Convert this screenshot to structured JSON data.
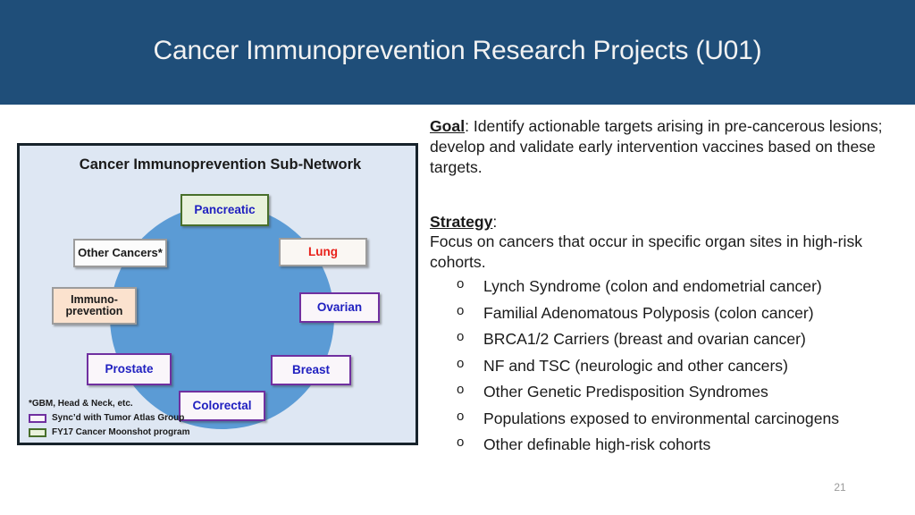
{
  "slide": {
    "title": "Cancer Immunoprevention Research Projects (U01)",
    "page_number": "21",
    "header_color": "#1F4E79"
  },
  "diagram": {
    "title": "Cancer Immunoprevention Sub-Network",
    "panel_background": "#DEE7F3",
    "circle_color": "#5B9BD5",
    "nodes": [
      {
        "id": "pancreatic",
        "label": "Pancreatic",
        "style": "green",
        "border_color": "#486F2B",
        "fill": "#E9F2DC",
        "text_color": "#2020C0"
      },
      {
        "id": "lung",
        "label": "Lung",
        "style": "gray-red",
        "border_color": "#9C9C9C",
        "fill": "#FAF7F3",
        "text_color": "#E8201A"
      },
      {
        "id": "ovarian",
        "label": "Ovarian",
        "style": "purple",
        "border_color": "#7030A0",
        "fill": "#FAF6FA",
        "text_color": "#2020C0"
      },
      {
        "id": "breast",
        "label": "Breast",
        "style": "purple",
        "border_color": "#7030A0",
        "fill": "#FAF6FA",
        "text_color": "#2020C0"
      },
      {
        "id": "colorectal",
        "label": "Colorectal",
        "style": "purple",
        "border_color": "#7030A0",
        "fill": "#FAF6FA",
        "text_color": "#2020C0"
      },
      {
        "id": "prostate",
        "label": "Prostate",
        "style": "purple",
        "border_color": "#7030A0",
        "fill": "#FAF6FA",
        "text_color": "#2020C0"
      },
      {
        "id": "immuno",
        "label": "Immuno-\nprevention",
        "style": "peach",
        "border_color": "#9C9C9C",
        "fill": "#FBE2CE",
        "text_color": "#1A1A1A"
      },
      {
        "id": "other",
        "label": "Other Cancers*",
        "style": "gray-black",
        "border_color": "#9C9C9C",
        "fill": "#FCFCFC",
        "text_color": "#1A1A1A"
      }
    ],
    "legend": {
      "footnote": "*GBM, Head & Neck, etc.",
      "items": [
        {
          "swatch": "purple",
          "label": "Sync’d with Tumor Atlas Group"
        },
        {
          "swatch": "green",
          "label": "FY17 Cancer Moonshot program"
        }
      ]
    }
  },
  "content": {
    "goal_label": "Goal",
    "goal_text": ": Identify actionable targets arising in pre-cancerous lesions; develop and validate early intervention vaccines based on these targets.",
    "strategy_label": "Strategy",
    "strategy_colon": ":",
    "strategy_text": "Focus on cancers that occur in specific organ sites in high-risk cohorts.",
    "bullet_marker": "o",
    "bullets": [
      "Lynch Syndrome (colon and endometrial cancer)",
      "Familial Adenomatous Polyposis (colon cancer)",
      "BRCA1/2 Carriers (breast and ovarian cancer)",
      "NF and TSC (neurologic and other cancers)",
      "Other Genetic Predisposition Syndromes",
      "Populations exposed to environmental carcinogens",
      "Other definable high-risk cohorts"
    ]
  }
}
